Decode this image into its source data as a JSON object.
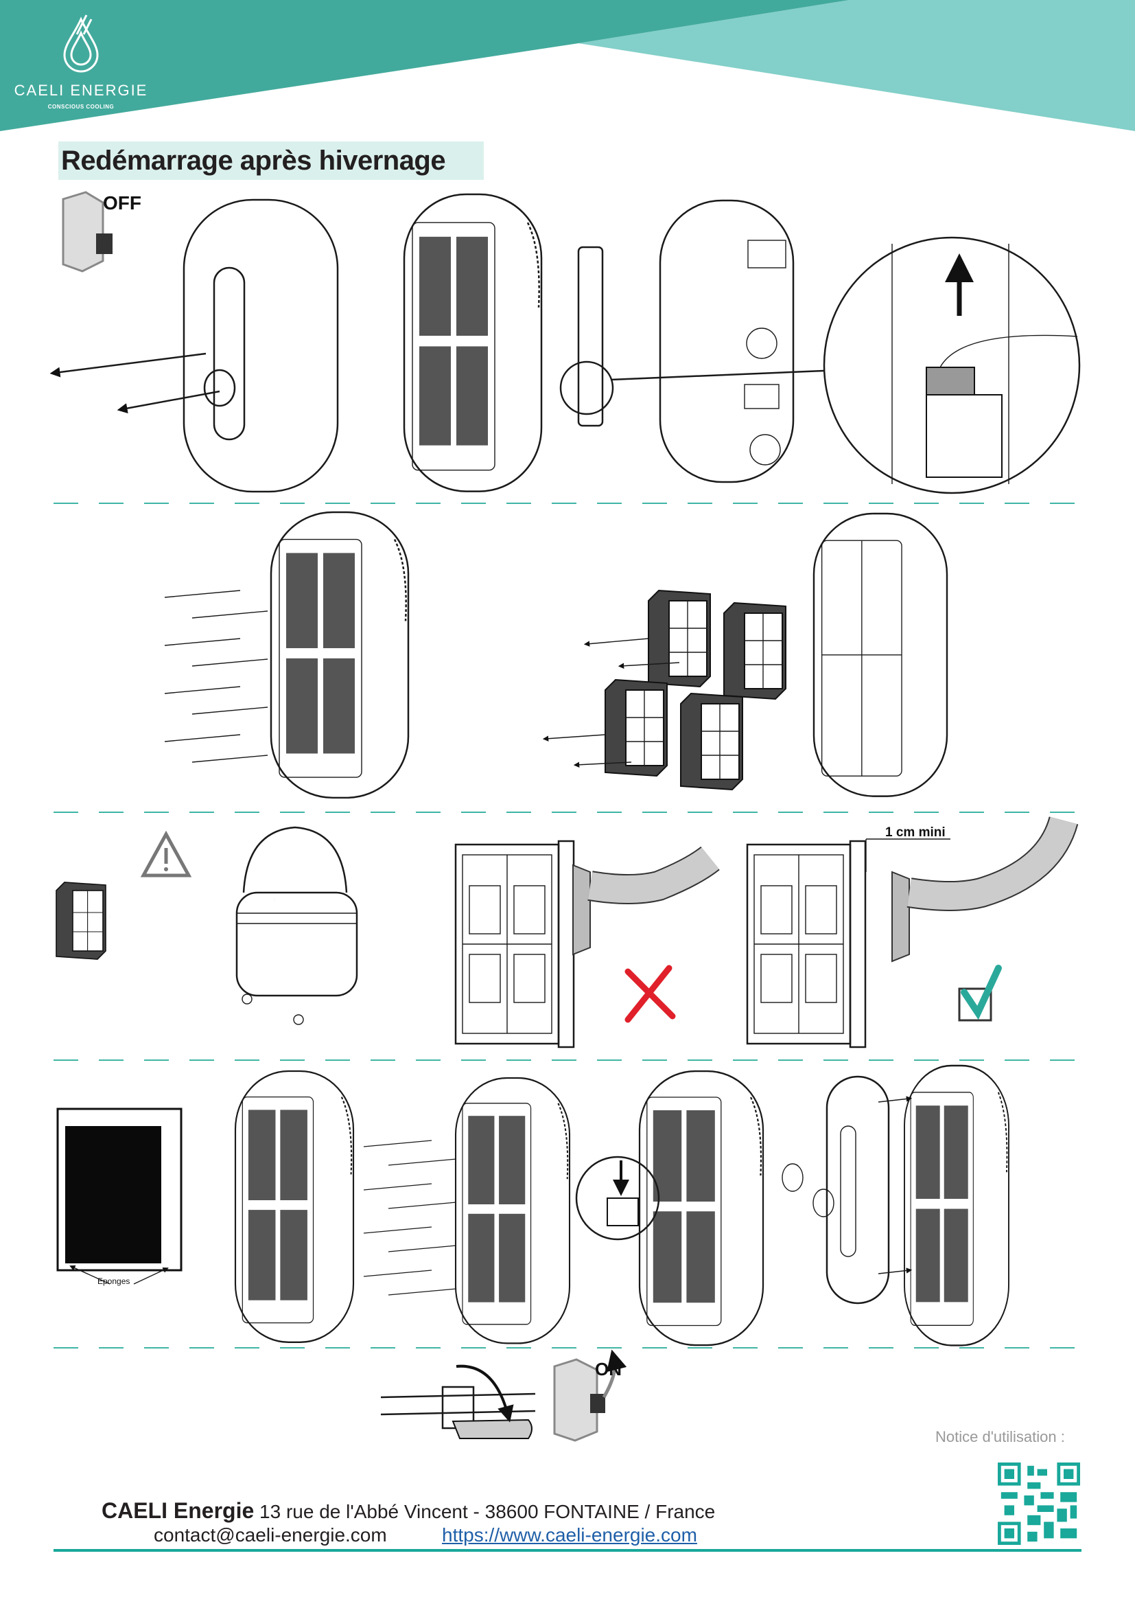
{
  "header": {
    "brand": "CAELI ENERGIE",
    "tagline": "CONSCIOUS COOLING",
    "colors": {
      "dark_teal": "#42aa9c",
      "light_teal": "#83cfc9",
      "title_bg": "#daf0ec"
    }
  },
  "title": "Redémarrage après hivernage",
  "illustrations": {
    "breaker_off_label": "OFF",
    "gap_label": "1 cm mini",
    "sponges_label": "Eponges",
    "breaker_on_label": "ON",
    "wrong_mark_color": "#e0202a",
    "right_mark_color": "#2aa99b"
  },
  "footer": {
    "notice_label": "Notice d'utilisation :",
    "company": "CAELI Energie",
    "address": "13 rue de l'Abbé Vincent - 38600 FONTAINE  /  France",
    "email": "contact@caeli-energie.com",
    "website": "https://www.caeli-energie.com"
  }
}
